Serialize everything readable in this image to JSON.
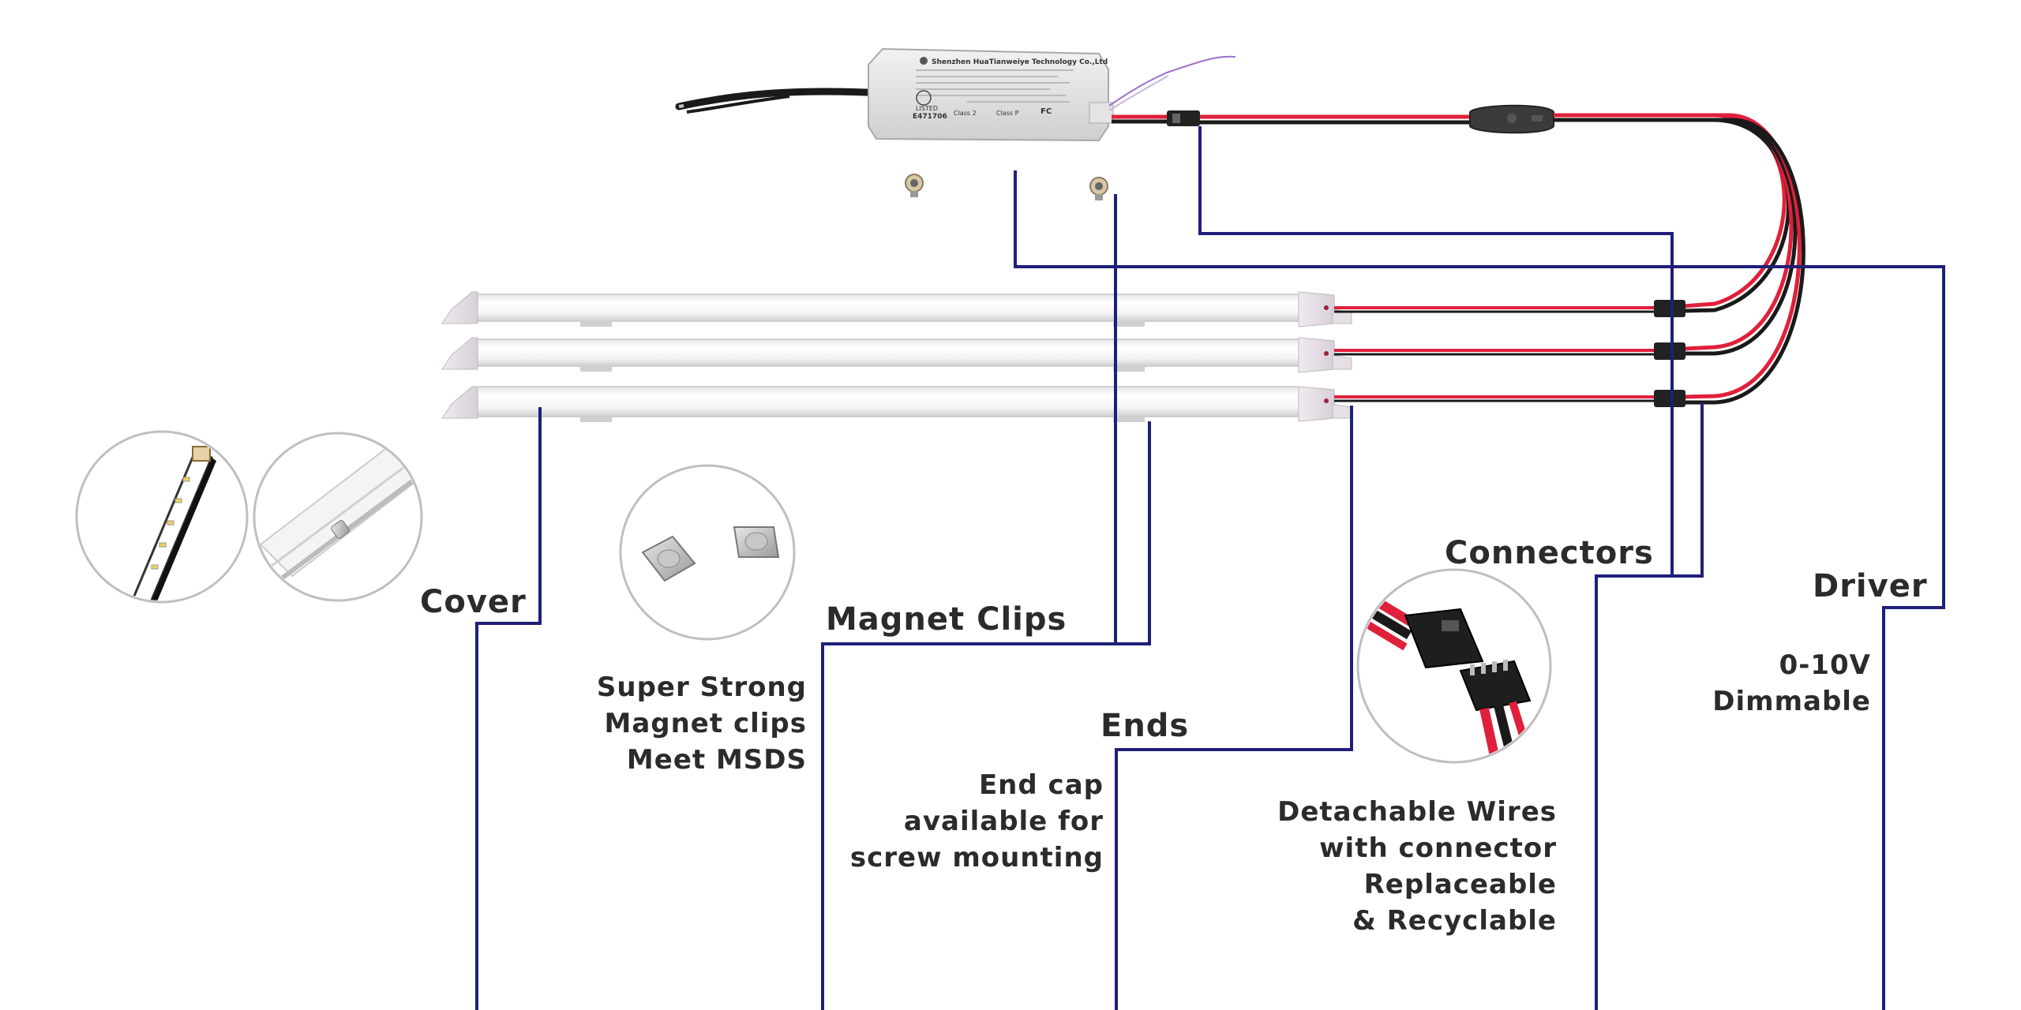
{
  "labels": {
    "cover": "Cover",
    "magnet_clips": "Magnet Clips",
    "ends": "Ends",
    "connectors": "Connectors",
    "driver": "Driver"
  },
  "descriptions": {
    "magnet": [
      "Super Strong",
      "Magnet clips",
      "Meet MSDS"
    ],
    "ends": [
      "End cap",
      "available for",
      "screw mounting"
    ],
    "connectors": [
      "Detachable Wires",
      "with connector",
      "Replaceable",
      "& Recyclable"
    ],
    "driver": [
      "0-10V",
      "Dimmable"
    ]
  },
  "driver_label": {
    "brand": "Shenzhen HuaTianweiye Technology Co.,Ltd",
    "listed": "LISTED",
    "file_no": "E471706",
    "class2": "Class 2",
    "classp": "Class P",
    "fc": "FC"
  },
  "colors": {
    "leader_line": "#1f1f7a",
    "wire_red": "#e0203a",
    "wire_black": "#1a1a1a",
    "text": "#2b2b2b"
  }
}
